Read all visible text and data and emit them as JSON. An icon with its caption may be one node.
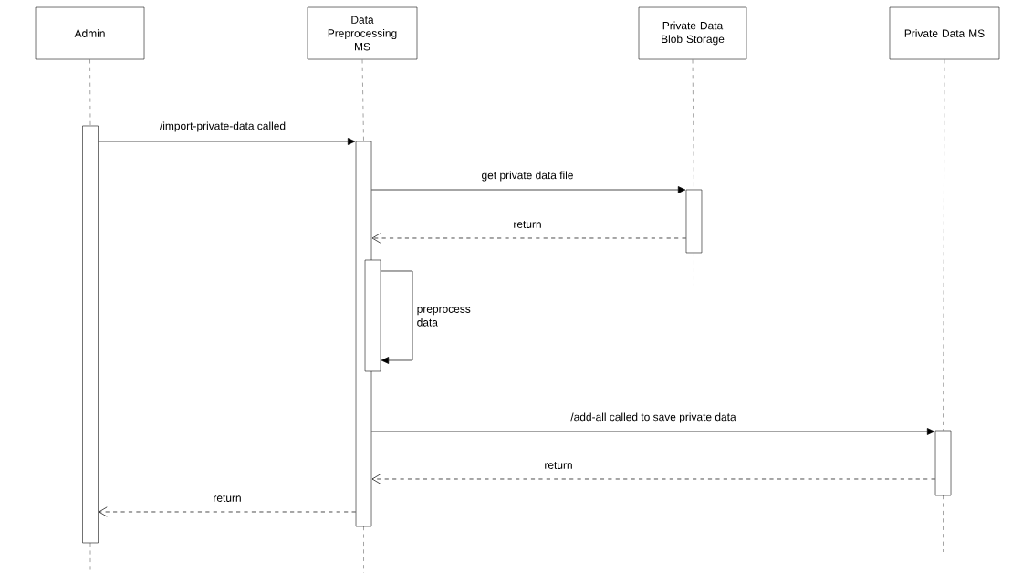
{
  "diagram": {
    "nodes": [
      {
        "text": [
          "Admin"
        ]
      },
      {
        "text": [
          "Data Preprocessing MS"
        ]
      },
      {
        "text": [
          "Private Data Blob Storage"
        ]
      },
      {
        "text": [
          "Private Data MS"
        ]
      },
      {
        "text": [],
        "shape": "bar"
      },
      {
        "text": [],
        "shape": "bar"
      },
      {
        "text": [],
        "shape": "bar"
      },
      {
        "text": [],
        "shape": "bar"
      },
      {
        "text": [],
        "shape": "bar"
      }
    ],
    "edges": [
      {
        "from": 0,
        "to": 4,
        "arrow": "none",
        "style": "dashed"
      },
      {
        "from": 1,
        "to": 5,
        "arrow": "none",
        "style": "dashed"
      },
      {
        "from": 2,
        "to": 6,
        "arrow": "none",
        "style": "dashed"
      },
      {
        "from": 3,
        "to": 8,
        "arrow": "none",
        "style": "dashed"
      },
      {
        "from": 4,
        "to": 5,
        "arrow": "to",
        "label": "/import-private-data called"
      },
      {
        "from": 5,
        "to": 6,
        "arrow": "to",
        "label": "get private data file"
      },
      {
        "from": 6,
        "to": 5,
        "arrow": "to",
        "label": "return",
        "style": "dashed"
      },
      {
        "from": 7,
        "to": 7,
        "arrow": "to",
        "label": "preprocess data"
      },
      {
        "from": 5,
        "to": 8,
        "arrow": "to",
        "label": "/add-all called to save private data"
      },
      {
        "from": 8,
        "to": 5,
        "arrow": "to",
        "label": "return",
        "style": "dashed"
      },
      {
        "from": 5,
        "to": 4,
        "arrow": "to",
        "label": "return",
        "style": "dashed"
      }
    ]
  }
}
